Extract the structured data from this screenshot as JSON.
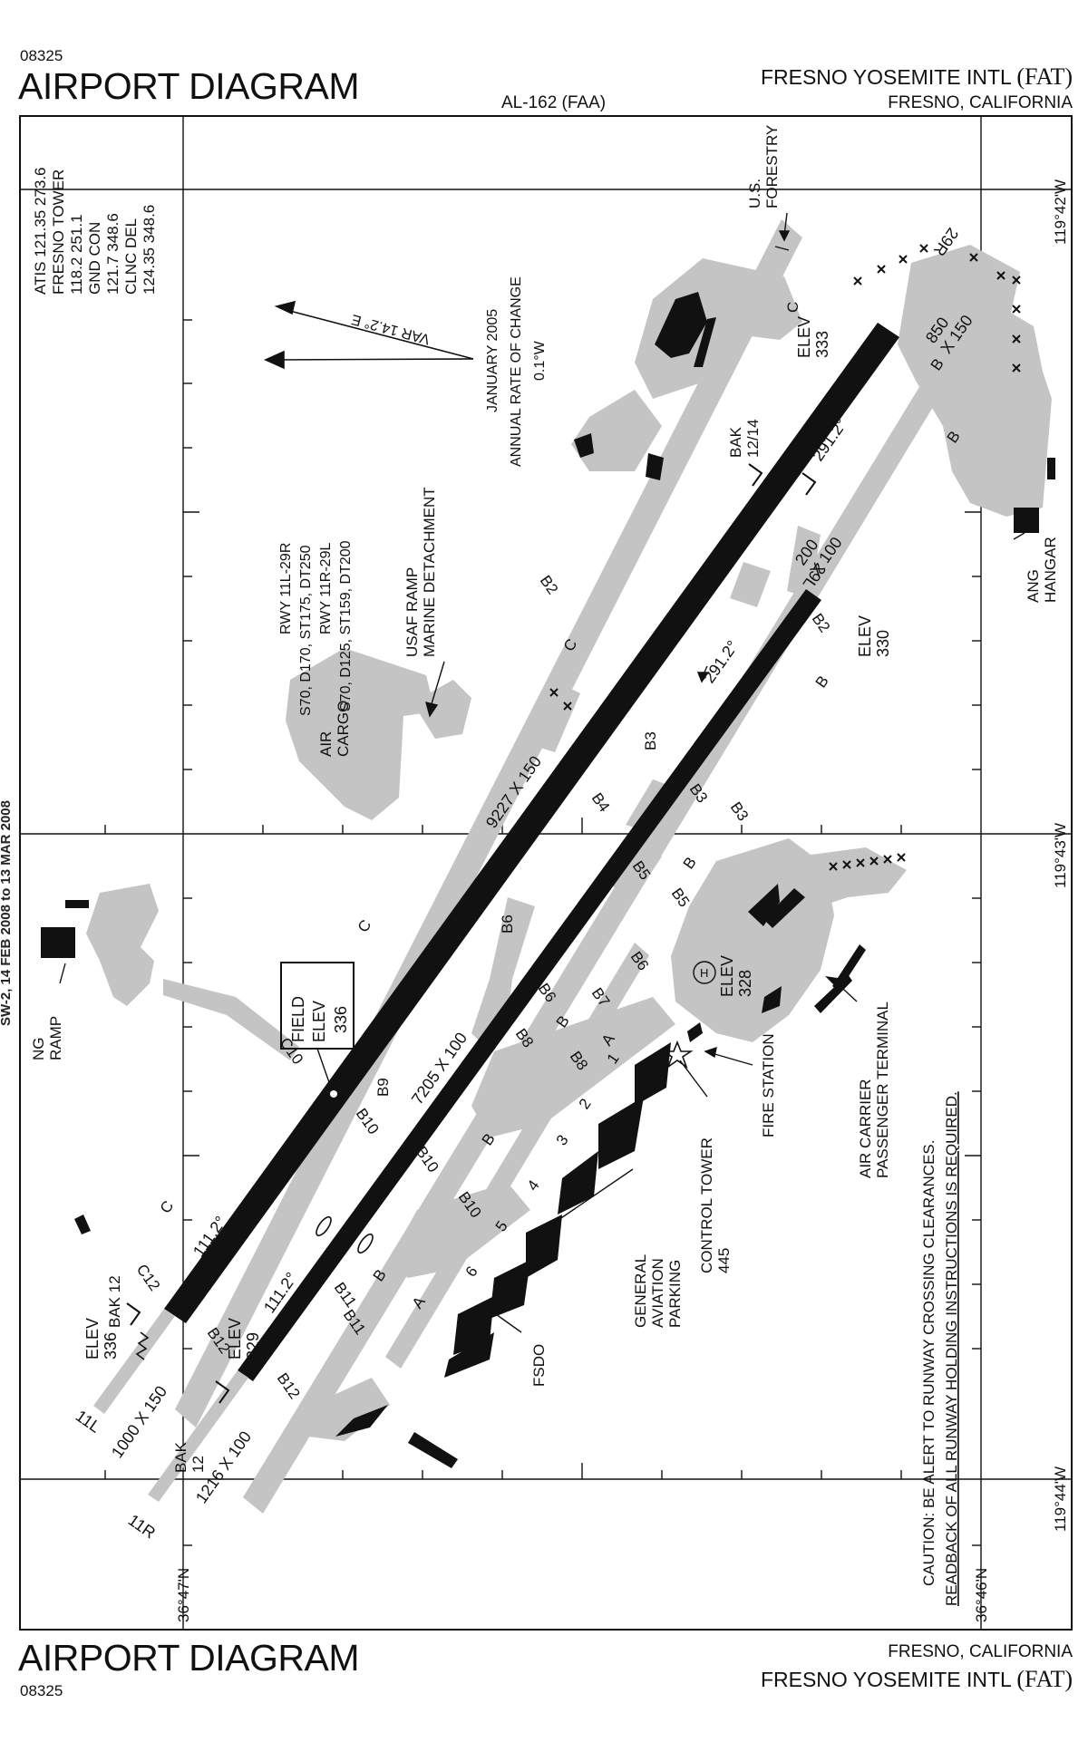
{
  "header": {
    "chart_number": "08325",
    "title": "AIRPORT DIAGRAM",
    "faa_number": "AL-162 (FAA)",
    "airport_name": "FRESNO YOSEMITE INTL",
    "airport_id": "(FAT)",
    "city": "FRESNO, CALIFORNIA"
  },
  "footer": {
    "title": "AIRPORT DIAGRAM",
    "chart_number": "08325",
    "city": "FRESNO, CALIFORNIA",
    "airport_name": "FRESNO YOSEMITE INTL",
    "airport_id": "(FAT)"
  },
  "frequencies": {
    "atis": "ATIS 121.35  273.6",
    "tower": "FRESNO TOWER",
    "tower_freq": "118.2  251.1",
    "gnd": "GND CON",
    "gnd_freq": "121.7  348.6",
    "clnc": "CLNC DEL",
    "clnc_freq": "124.35  348.6"
  },
  "magnetic": {
    "var": "VAR 14.2° E",
    "date": "JANUARY 2005",
    "rate": "ANNUAL RATE OF CHANGE",
    "rate_value": "0.1°W"
  },
  "strength": {
    "line1": "RWY 11L-29R",
    "line2": "S70, D170, ST175, DT250",
    "line3": "RWY 11R-29L",
    "line4": "S70, D125, ST159, DT200"
  },
  "coordinates": {
    "lon_42": "119°42'W",
    "lon_43": "119°43'W",
    "lon_44": "119°44'W",
    "lat_47": "36°47'N",
    "lat_46": "36°46'N"
  },
  "runways": {
    "main_dims": "9227 X 150",
    "second_dims": "7205 X 100",
    "heading_29": "291.2°",
    "heading_11": "111.2°",
    "rwy_29r": "29R",
    "rwy_29l": "29L",
    "rwy_11l": "11L",
    "rwy_11r": "11R",
    "overrun_29r": "850\nX 150",
    "overrun_29l": "200\nX 100",
    "overrun_11l": "1000 X 150",
    "overrun_11r": "1216 X 100"
  },
  "elevations": {
    "field_label": "FIELD",
    "field_elev": "ELEV",
    "field_value": "336",
    "elev_29r": "ELEV\n333",
    "elev_29l": "ELEV\n330",
    "elev_11l": "ELEV\n336",
    "elev_11r": "ELEV\n329",
    "elev_terminal": "ELEV\n328"
  },
  "arresting": {
    "bak_1214": "BAK\n12/14",
    "bak_12_left": "BAK 12",
    "bak_12_bottom": "BAK\n12"
  },
  "taxiways": {
    "c": "C",
    "b": "B",
    "a": "A",
    "b2": "B2",
    "b3": "B3",
    "b4": "B4",
    "b5": "B5",
    "b6": "B6",
    "b7": "B7",
    "b8": "B8",
    "b9": "B9",
    "b10": "B10",
    "b11": "B11",
    "b12": "B12",
    "c10": "C10",
    "c12": "C12",
    "ga1": "1",
    "ga2": "2",
    "ga3": "3",
    "ga4": "4",
    "ga5": "5",
    "ga6": "6"
  },
  "labels": {
    "us_forestry": "U.S.\nFORESTRY",
    "usaf_ramp": "USAF RAMP\nMARINE DETACHMENT",
    "air_cargo": "AIR\nCARGO",
    "ang_hangar": "ANG\nHANGAR",
    "ng_ramp": "NG\nRAMP",
    "air_carrier": "AIR CARRIER\nPASSENGER TERMINAL",
    "fire_station": "FIRE STATION",
    "control_tower": "CONTROL TOWER\n445",
    "ga_parking": "GENERAL\nAVIATION\nPARKING",
    "fsdo": "FSDO",
    "heliport": "H"
  },
  "caution": {
    "line1": "CAUTION: BE ALERT TO RUNWAY CROSSING CLEARANCES.",
    "line2": "READBACK OF ALL RUNWAY HOLDING INSTRUCTIONS IS REQUIRED."
  },
  "side_note": "SW-2, 14 FEB 2008 to 13 MAR 2008"
}
